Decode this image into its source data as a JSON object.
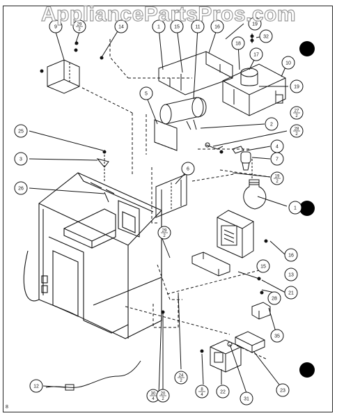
{
  "watermark": "AppliancePartsPros.com",
  "corner_code": "8",
  "callouts": [
    {
      "id": "c9",
      "text": "9"
    },
    {
      "id": "c29a",
      "text": "29 / 2"
    },
    {
      "id": "c14",
      "text": "14"
    },
    {
      "id": "c1",
      "text": "1"
    },
    {
      "id": "c15",
      "text": "15"
    },
    {
      "id": "c11",
      "text": "11"
    },
    {
      "id": "c16",
      "text": "16"
    },
    {
      "id": "c19a",
      "text": "19"
    },
    {
      "id": "c32",
      "text": "32"
    },
    {
      "id": "c18",
      "text": "18"
    },
    {
      "id": "c17",
      "text": "17"
    },
    {
      "id": "c10",
      "text": "10"
    },
    {
      "id": "c19b",
      "text": "19"
    },
    {
      "id": "c27",
      "text": "27 / 2"
    },
    {
      "id": "c5",
      "text": "5"
    },
    {
      "id": "c2",
      "text": "2"
    },
    {
      "id": "c28a",
      "text": "28 / 2"
    },
    {
      "id": "c4",
      "text": "4"
    },
    {
      "id": "c7",
      "text": "7"
    },
    {
      "id": "c25",
      "text": "25"
    },
    {
      "id": "c3",
      "text": "3"
    },
    {
      "id": "c6",
      "text": "6"
    },
    {
      "id": "c19c",
      "text": "19 / 2"
    },
    {
      "id": "c26",
      "text": "26"
    },
    {
      "id": "c1b",
      "text": "1"
    },
    {
      "id": "c29b",
      "text": "29 / 2"
    },
    {
      "id": "c16b",
      "text": "16"
    },
    {
      "id": "c13",
      "text": "13"
    },
    {
      "id": "c15b",
      "text": "15"
    },
    {
      "id": "c21",
      "text": "21"
    },
    {
      "id": "c28b",
      "text": "28"
    },
    {
      "id": "c35",
      "text": "35"
    },
    {
      "id": "c24",
      "text": "24 / 2"
    },
    {
      "id": "c30",
      "text": "30 / 4"
    },
    {
      "id": "c20",
      "text": "20 / 2"
    },
    {
      "id": "c8",
      "text": "8 / 4"
    },
    {
      "id": "c22",
      "text": "22"
    },
    {
      "id": "c31",
      "text": "31"
    },
    {
      "id": "c23",
      "text": "23"
    },
    {
      "id": "c12",
      "text": "12"
    }
  ],
  "colors": {
    "line": "#111111",
    "watermark_stroke": "#9a9a9a",
    "marker": "#000000"
  }
}
